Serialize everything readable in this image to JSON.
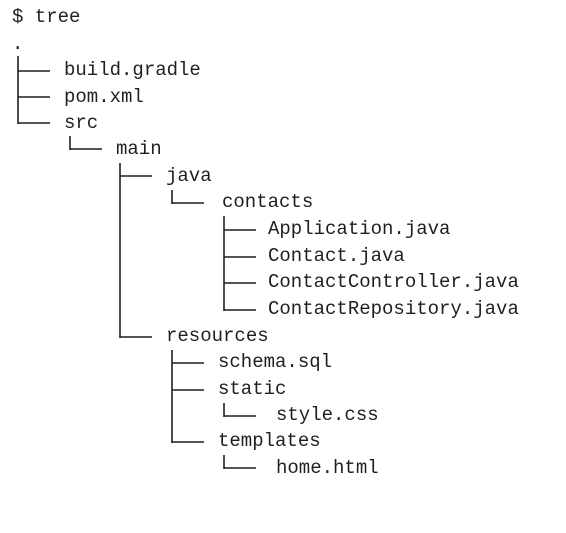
{
  "terminal": {
    "prompt": "$ tree",
    "root": ".",
    "entries": {
      "build_gradle": "build.gradle",
      "pom_xml": "pom.xml",
      "src": "src",
      "main": "main",
      "java": "java",
      "contacts": "contacts",
      "application_java": "Application.java",
      "contact_java": "Contact.java",
      "contact_controller_java": "ContactController.java",
      "contact_repository_java": "ContactRepository.java",
      "resources": "resources",
      "schema_sql": "schema.sql",
      "static": "static",
      "style_css": "style.css",
      "templates": "templates",
      "home_html": "home.html"
    }
  }
}
